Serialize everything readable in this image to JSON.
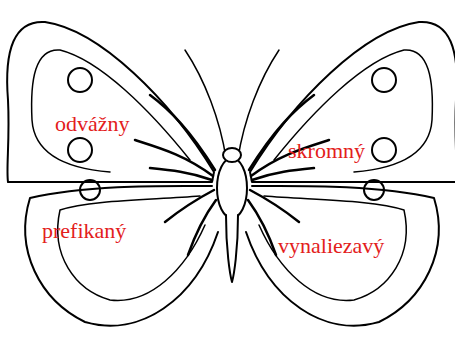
{
  "diagram": {
    "labels": [
      "odvážny",
      "skromný",
      "prefikaný",
      "vynaliezavý"
    ]
  }
}
